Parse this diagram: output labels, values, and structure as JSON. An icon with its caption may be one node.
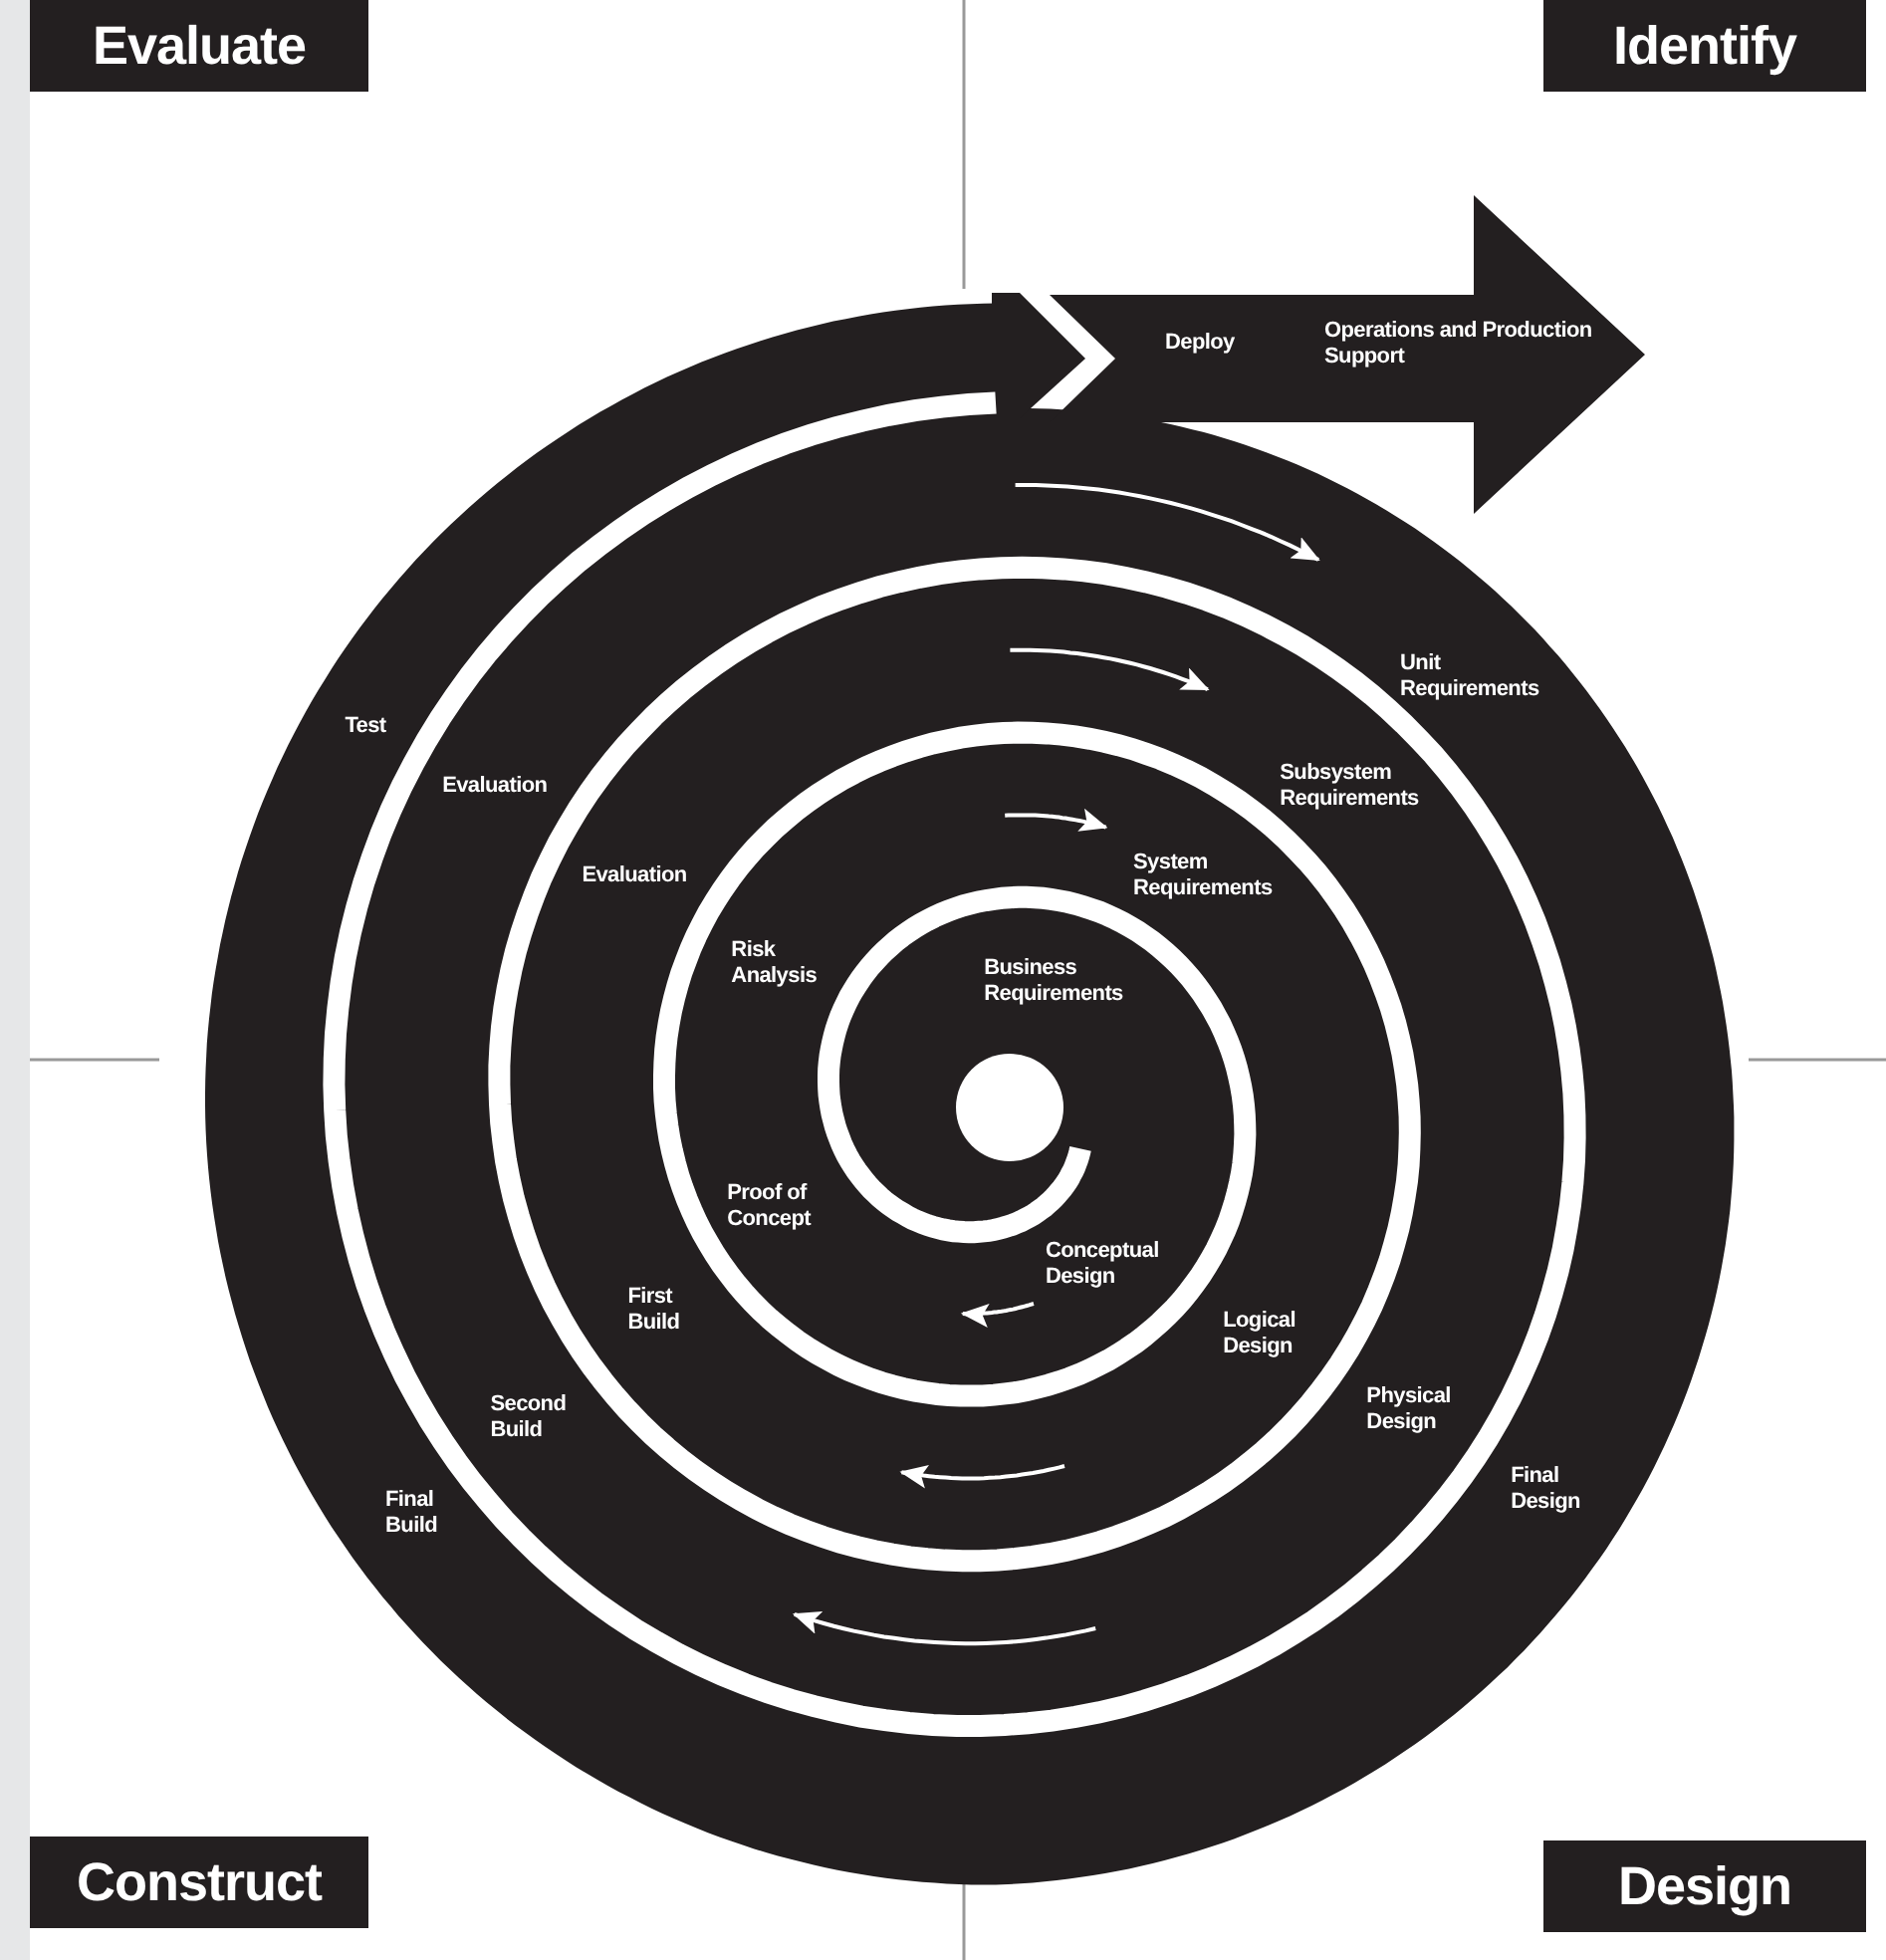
{
  "diagram": {
    "labels": [
      "Evaluate",
      "Identify",
      "Deploy",
      "Operations and Production Support",
      "Test",
      "Unit Requirements",
      "Evaluation",
      "Subsystem Requirements",
      "Evaluation",
      "System Requirements",
      "Risk Analysis",
      "Business Requirements",
      "Proof of Concept",
      "Conceptual Design",
      "First Build",
      "Logical Design",
      "Second Build",
      "Physical Design",
      "Final Build",
      "Final Design",
      "Construct",
      "Design"
    ]
  }
}
